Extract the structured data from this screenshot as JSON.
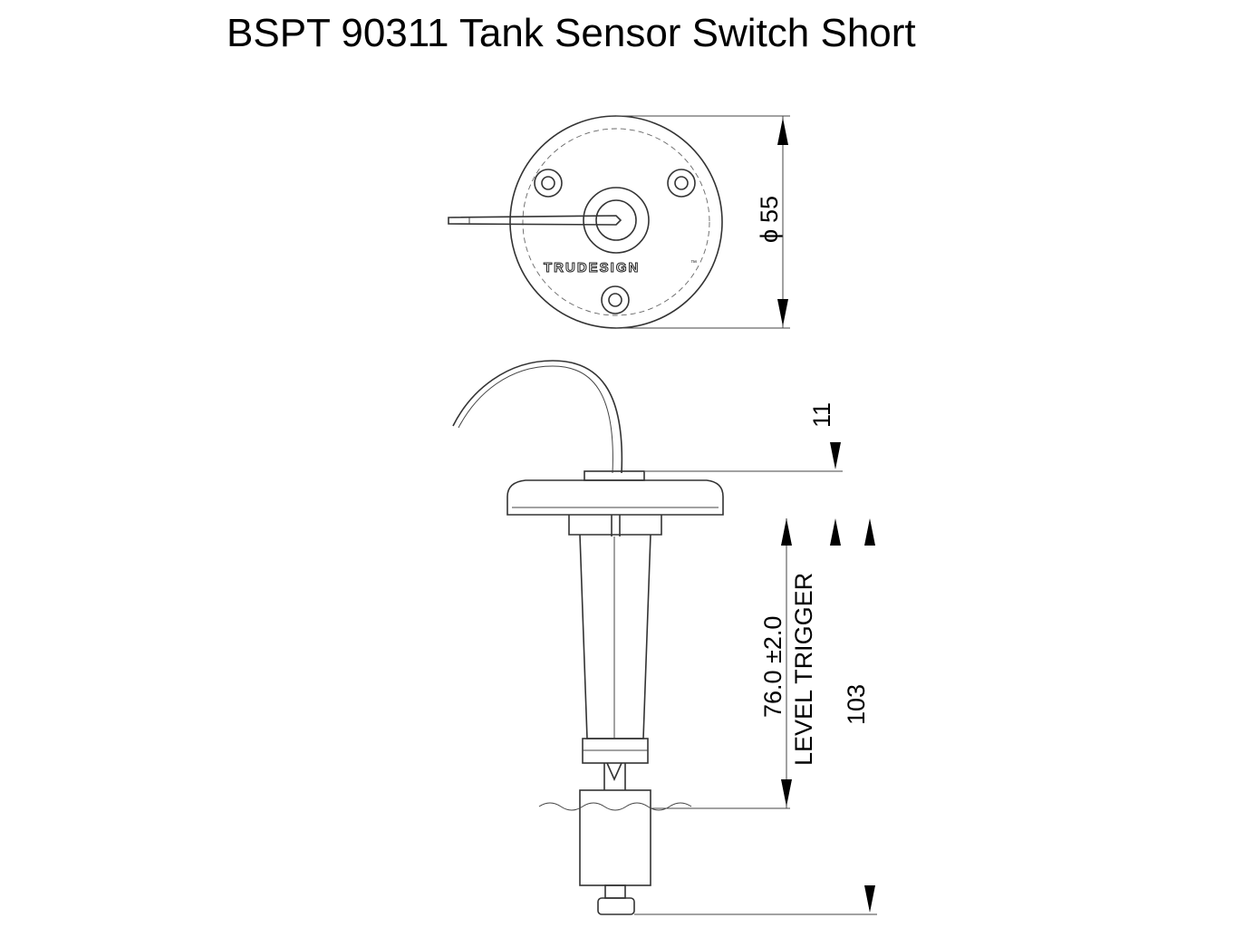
{
  "title": "BSPT 90311 Tank Sensor Switch Short",
  "brand": {
    "logo_text": "TRUDESIGN",
    "trademark": "™"
  },
  "dimensions": {
    "diameter": {
      "symbol": "ϕ",
      "value": "55"
    },
    "flange_height": "11",
    "level_trigger": {
      "value": "76.0 ±2.0",
      "label": "LEVEL TRIGGER"
    },
    "overall_length": "103"
  },
  "colors": {
    "line": "#333333",
    "background": "#ffffff"
  }
}
